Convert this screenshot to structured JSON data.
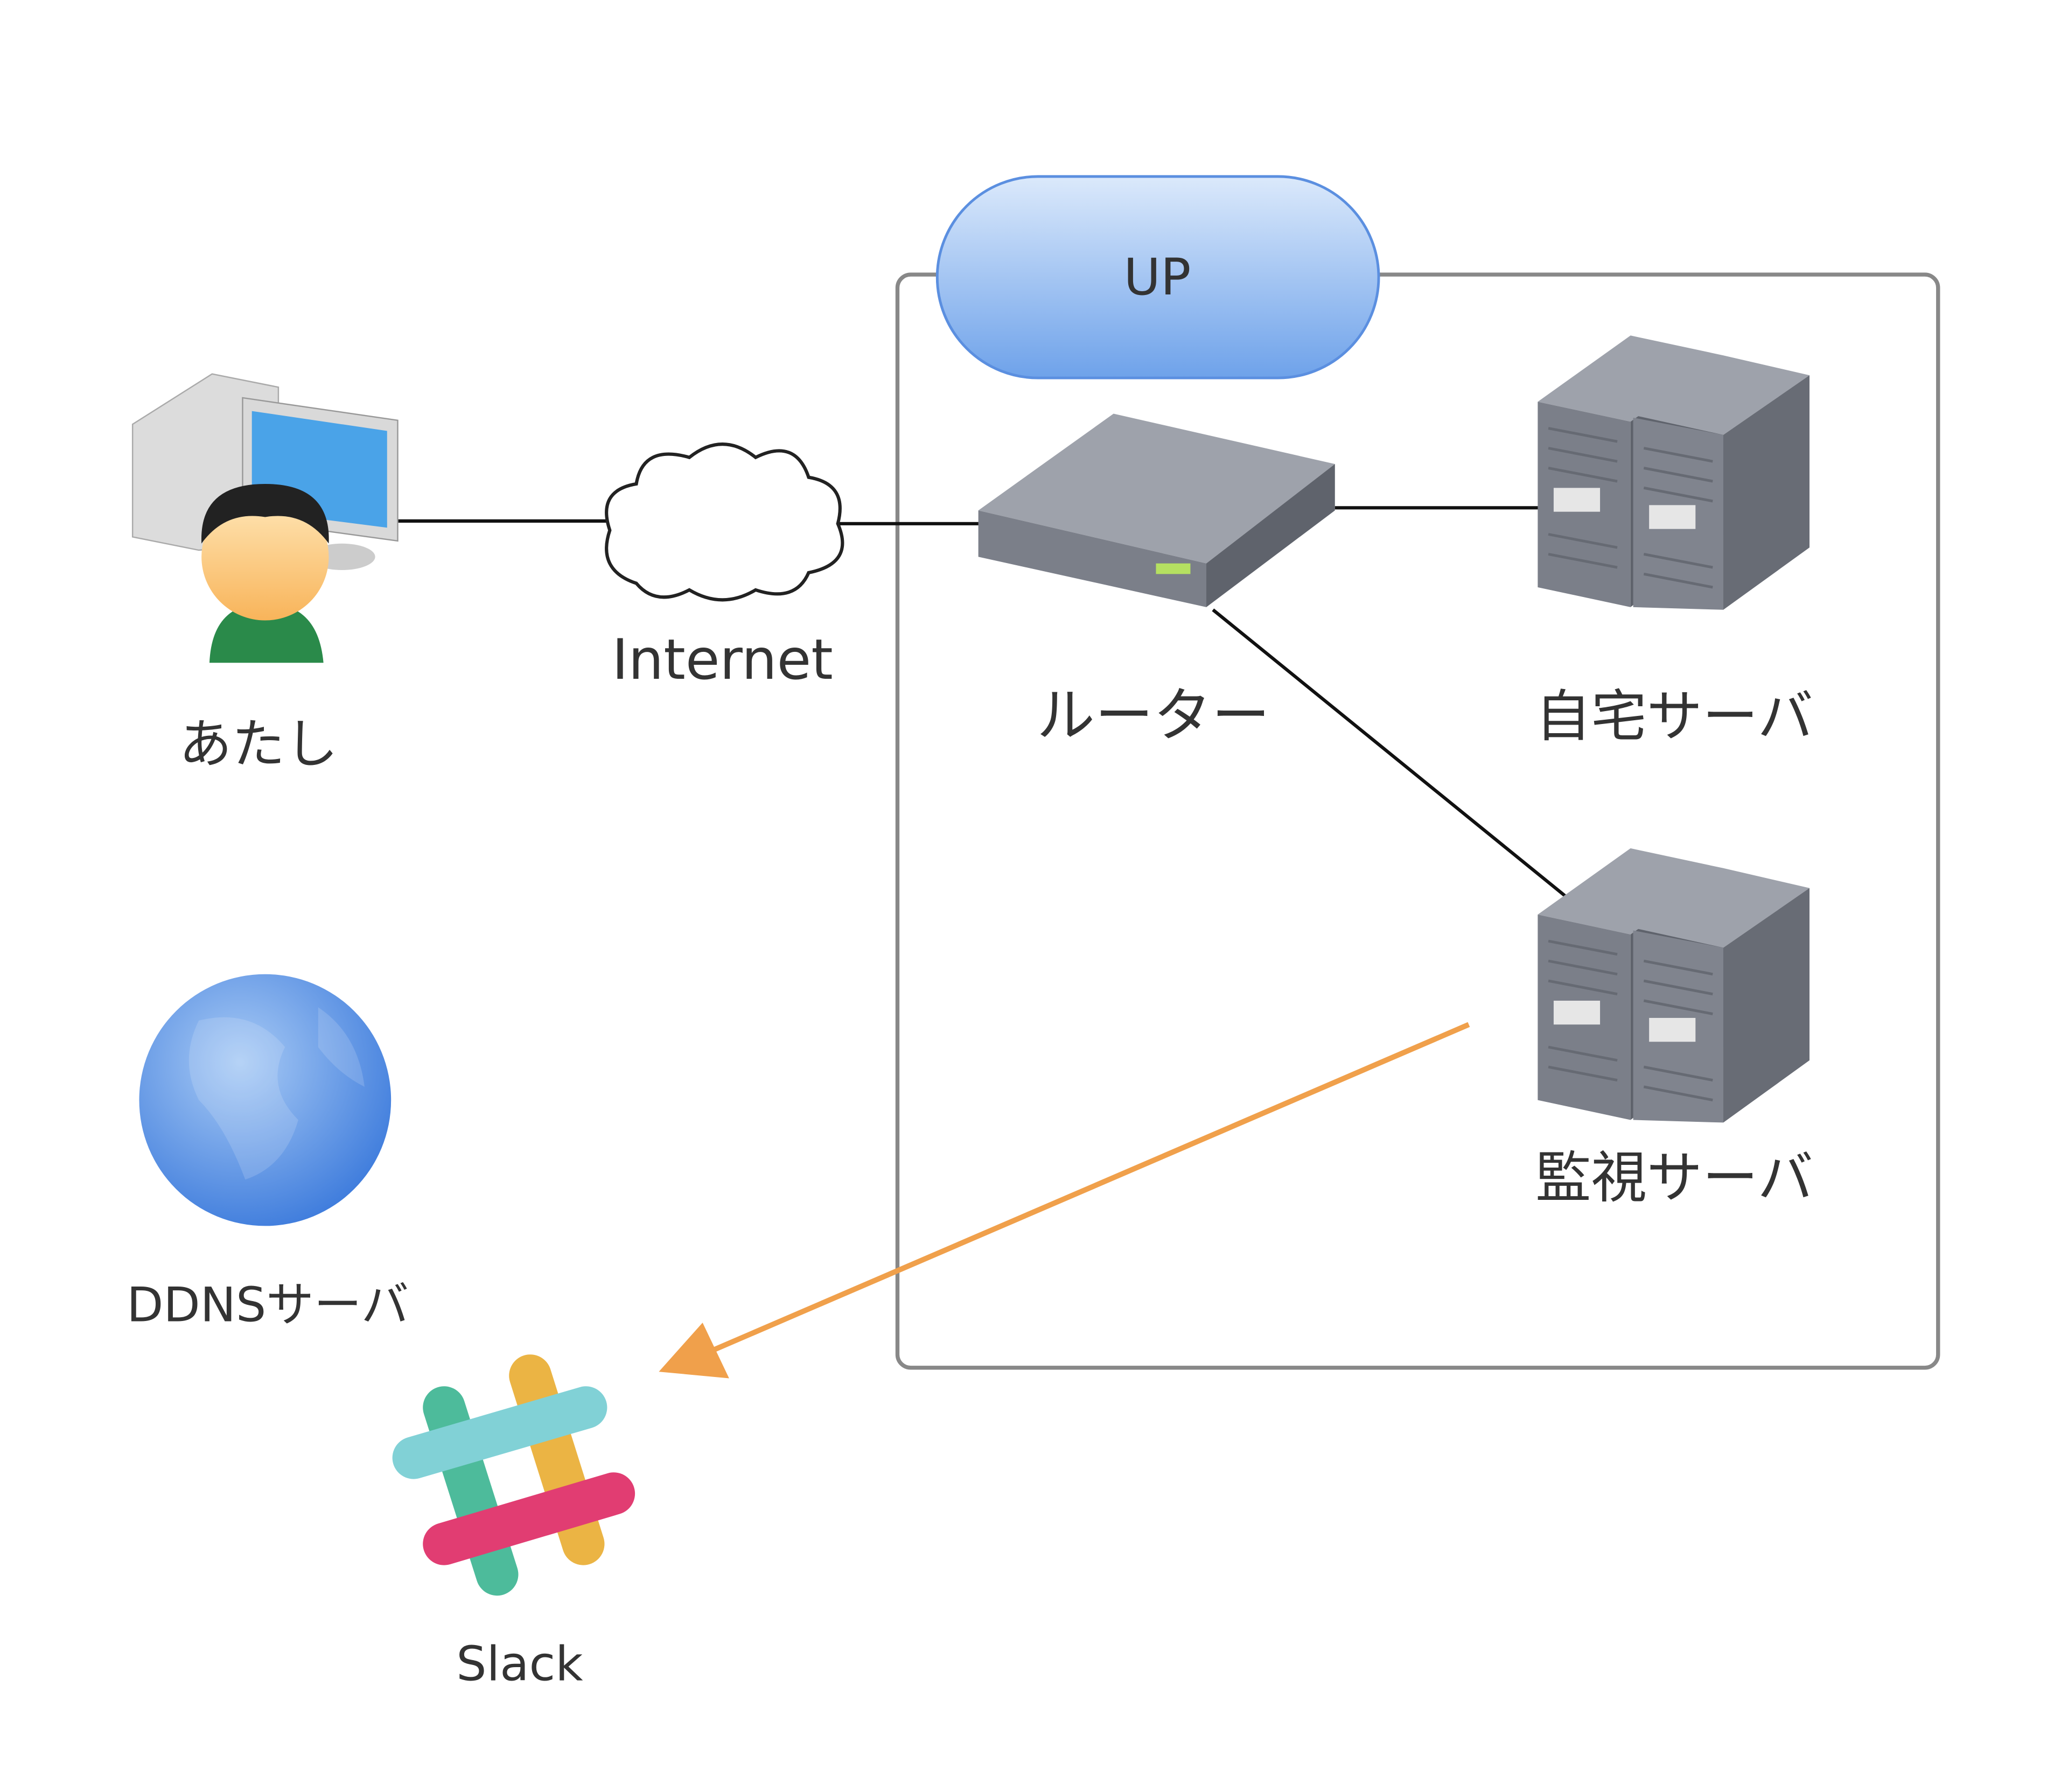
{
  "diagram": {
    "group": {
      "title": "UP"
    },
    "nodes": {
      "me": {
        "label": "あたし",
        "icon": "user-at-pc-icon"
      },
      "internet": {
        "label": "Internet",
        "icon": "cloud-icon"
      },
      "router": {
        "label": "ルーター",
        "icon": "router-icon"
      },
      "home_server": {
        "label": "自宅サーバ",
        "icon": "server-icon"
      },
      "monitor_server": {
        "label": "監視サーバ",
        "icon": "server-icon"
      },
      "ddns": {
        "label": "DDNSサーバ",
        "icon": "globe-icon"
      },
      "slack": {
        "label": "Slack",
        "icon": "slack-logo-icon"
      }
    },
    "edges": [
      {
        "from": "me",
        "to": "internet"
      },
      {
        "from": "internet",
        "to": "router"
      },
      {
        "from": "router",
        "to": "home_server"
      },
      {
        "from": "router",
        "to": "monitor_server"
      },
      {
        "from": "monitor_server",
        "to": "slack",
        "color": "#f0a04b",
        "arrow": true
      }
    ],
    "colors": {
      "pill": "#7eaef0",
      "group_border": "#888888",
      "notify_arrow": "#f0a04b"
    }
  }
}
